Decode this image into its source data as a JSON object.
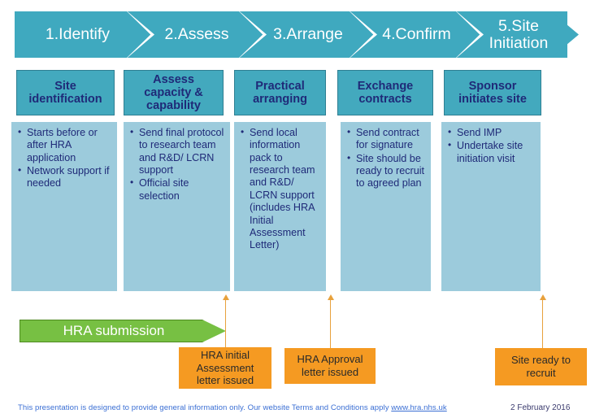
{
  "process_band": {
    "steps": [
      {
        "label": "1.Identify"
      },
      {
        "label": "2.Assess"
      },
      {
        "label": "3.Arrange"
      },
      {
        "label": "4.Confirm"
      },
      {
        "label": "5.Site\nInitiation"
      }
    ]
  },
  "columns": [
    {
      "heading": "Site\nidentification",
      "bullets": [
        "Starts before or after HRA application",
        "Network support if needed"
      ]
    },
    {
      "heading": "Assess\ncapacity &\ncapability",
      "bullets": [
        "Send final protocol to research team and R&D/ LCRN support",
        "Official site selection"
      ]
    },
    {
      "heading": "Practical\narranging",
      "bullets": [
        "Send local information pack to research team and R&D/ LCRN support (includes HRA Initial Assessment Letter)"
      ]
    },
    {
      "heading": "Exchange\ncontracts",
      "bullets": [
        "Send contract for signature",
        "Site should be ready to recruit to agreed plan"
      ]
    },
    {
      "heading": "Sponsor\ninitiates site",
      "bullets": [
        "Send IMP",
        "Undertake site initiation visit"
      ]
    }
  ],
  "submission_arrow": {
    "label": "HRA submission"
  },
  "callouts": [
    {
      "label": "HRA initial\nAssessment\nletter issued"
    },
    {
      "label": "HRA Approval\nletter issued"
    },
    {
      "label": "Site ready to\nrecruit"
    }
  ],
  "footer": {
    "note_text": "This presentation is designed to provide general information only. Our website Terms and Conditions apply ",
    "url": "www.hra.nhs.uk",
    "date": "2 February 2016"
  },
  "colors": {
    "chevron_teal": "#3FA9BF",
    "heading_box_teal": "#43A9BE",
    "heading_box_border": "#2F7F92",
    "body_box_blue": "#9CCBDC",
    "heading_text_navy": "#1F2A78",
    "green_arrow": "#77C043",
    "green_arrow_border": "#4E8A20",
    "callout_orange": "#F59A22",
    "connector_orange": "#E8A13C",
    "footer_blue": "#3B6FD4"
  }
}
